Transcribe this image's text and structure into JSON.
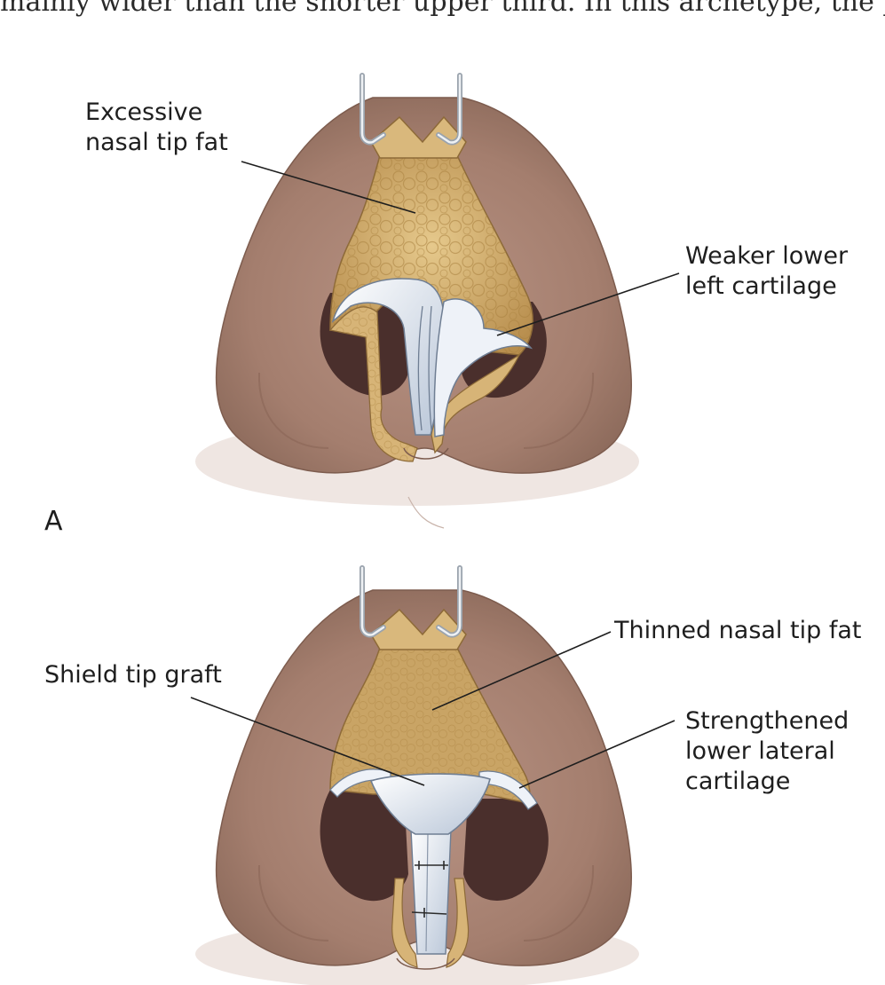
{
  "top_text": "mainly wider than the shorter upper third. In this archetype, the proper",
  "panel_a": {
    "letter": "A",
    "labels": {
      "excessive_fat": "Excessive\nnasal tip fat",
      "weaker_cartilage": "Weaker lower\nleft cartilage"
    }
  },
  "panel_b": {
    "labels": {
      "thinned_fat": "Thinned nasal tip fat",
      "shield_graft": "Shield tip graft",
      "strengthened_cartilage": "Strengthened\nlower lateral\ncartilage"
    }
  },
  "colors": {
    "skin": "#a98474",
    "skin_dark": "#8a6556",
    "fat": "#d7b477",
    "cartilage": "#dfe7f1",
    "cavity": "#4a2f2c"
  }
}
